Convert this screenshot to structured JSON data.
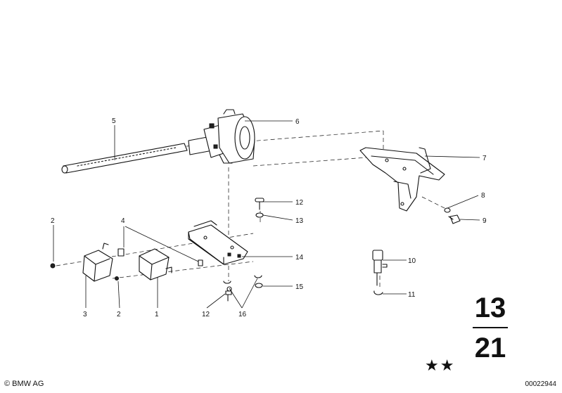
{
  "diagram": {
    "callouts": {
      "c1": "1",
      "c2a": "2",
      "c2b": "2",
      "c3": "3",
      "c4": "4",
      "c5": "5",
      "c6": "6",
      "c7": "7",
      "c8": "8",
      "c9": "9",
      "c10": "10",
      "c11": "11",
      "c12a": "12",
      "c12b": "12",
      "c13": "13",
      "c14": "14",
      "c15": "15",
      "c16": "16"
    },
    "group": {
      "top": "13",
      "bottom": "21"
    },
    "stars": "★★"
  },
  "footer": {
    "copyright": "© BMW AG",
    "doc_number": "00022944"
  }
}
